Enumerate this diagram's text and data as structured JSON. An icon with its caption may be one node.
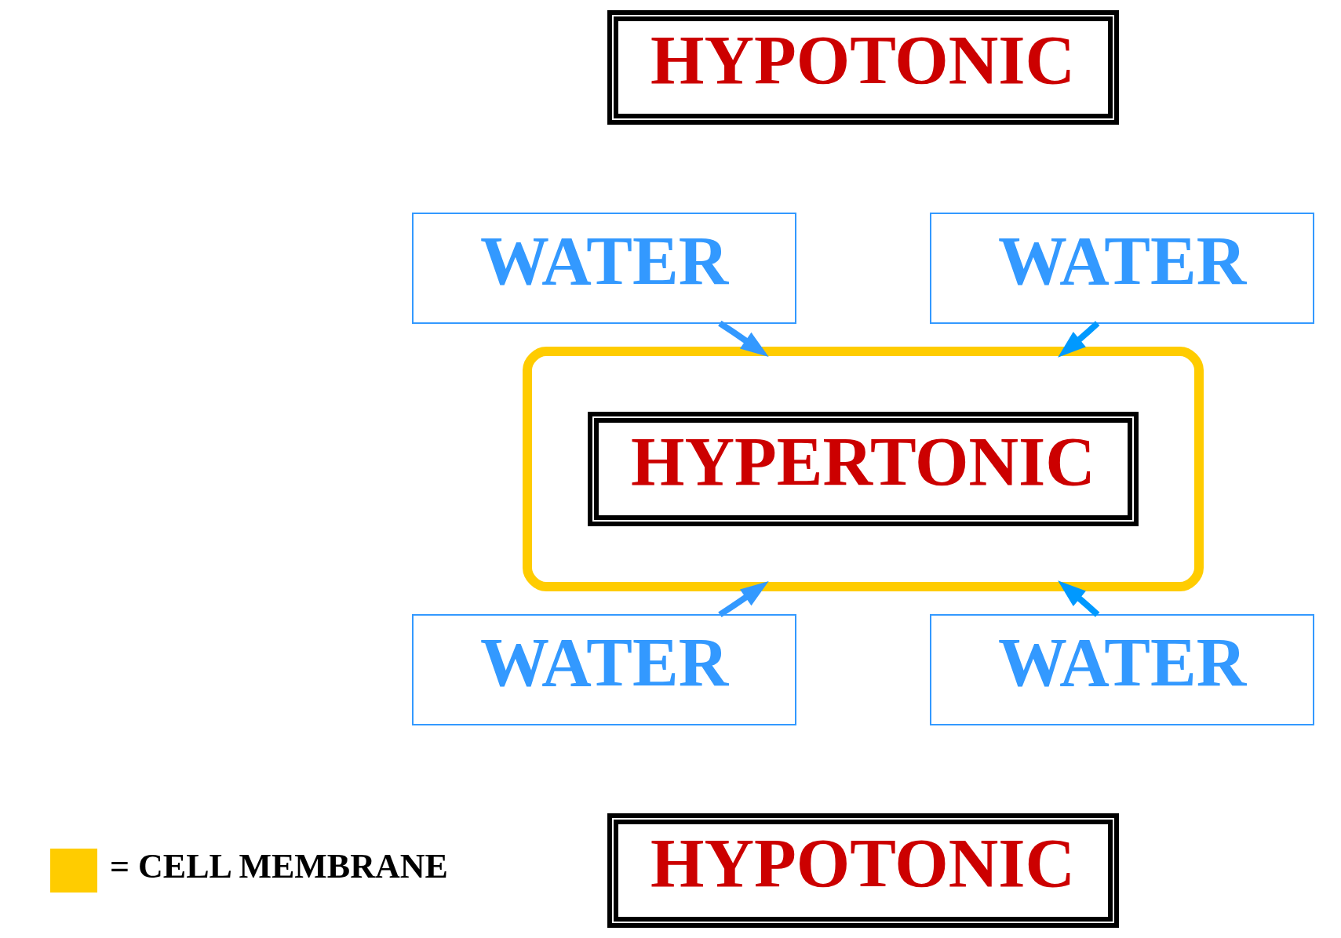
{
  "diagram": {
    "nodes": [
      {
        "text": [
          "HYPOTONIC"
        ]
      },
      {
        "text": [
          "WATER"
        ]
      },
      {
        "text": [
          "WATER"
        ]
      },
      {
        "text": [],
        "shape": "ellipse"
      },
      {
        "text": [
          "HYPERTONIC"
        ],
        "in": 3
      },
      {
        "text": [
          "WATER"
        ]
      },
      {
        "text": [
          "WATER"
        ]
      },
      {
        "text": [
          "HYPOTONIC"
        ]
      }
    ],
    "edges": [
      {
        "from": 1,
        "to": 3,
        "arrow": "to",
        "color": "#3399ff"
      },
      {
        "from": 2,
        "to": 3,
        "arrow": "to",
        "color": "#0099ff"
      },
      {
        "from": 5,
        "to": 3,
        "arrow": "to",
        "color": "#3399ff"
      },
      {
        "from": 6,
        "to": 3,
        "arrow": "to",
        "color": "#0099ff"
      }
    ],
    "legend": [
      {
        "text": "= CELL MEMBRANE",
        "color": "#ffcc00"
      }
    ]
  }
}
